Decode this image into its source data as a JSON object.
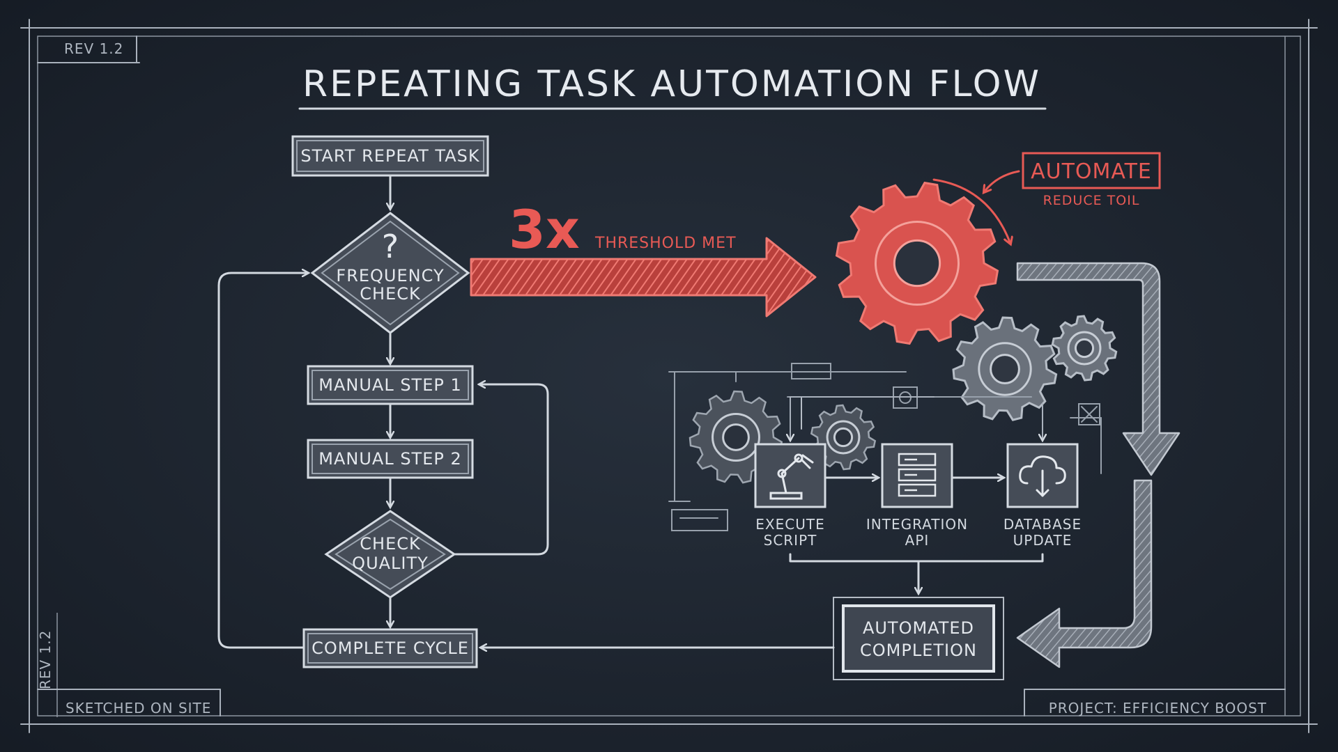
{
  "title": "REPEATING TASK AUTOMATION FLOW",
  "corners": {
    "top_left": "REV 1.2",
    "left_vertical": "REV 1.2",
    "bottom_left": "SKETCHED ON SITE",
    "bottom_right": "PROJECT: EFFICIENCY BOOST"
  },
  "manual_flow": {
    "start": "START REPEAT TASK",
    "decision_symbol": "?",
    "frequency_check": [
      "FREQUENCY",
      "CHECK"
    ],
    "step1": "MANUAL STEP 1",
    "step2": "MANUAL STEP 2",
    "check_quality": [
      "CHECK",
      "QUALITY"
    ],
    "complete": "COMPLETE CYCLE"
  },
  "threshold": {
    "count": "3x",
    "label": "THRESHOLD MET"
  },
  "automate": {
    "title": "AUTOMATE",
    "subtitle": "REDUCE TOIL"
  },
  "automation": {
    "execute": [
      "EXECUTE",
      "SCRIPT"
    ],
    "integration": [
      "INTEGRATION",
      "API"
    ],
    "database": [
      "DATABASE",
      "UPDATE"
    ],
    "completion": [
      "AUTOMATED",
      "COMPLETION"
    ]
  },
  "colors": {
    "background": "#1f2733",
    "chalk": "#d3d9e0",
    "accent_red": "#e85a55"
  },
  "icons": [
    "question-mark-icon",
    "robot-arm-icon",
    "server-icon",
    "cloud-upload-icon",
    "gear-icon"
  ]
}
